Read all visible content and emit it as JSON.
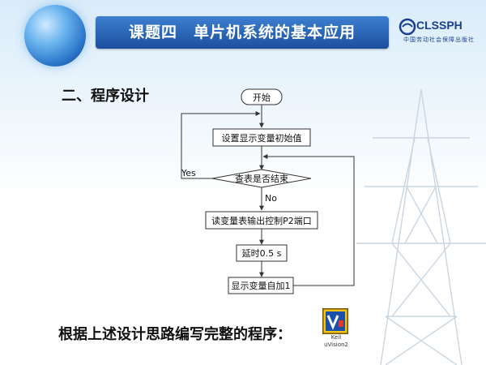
{
  "header": {
    "title": "课题四　单片机系统的基本应用",
    "logo_text": "CLSSPH",
    "logo_subtitle": "中国劳动社会保障出版社"
  },
  "section_heading": "二、程序设计",
  "flowchart": {
    "start": "开始",
    "step1": "设置显示变量初始值",
    "decision": "查表是否结束",
    "yes_label": "Yes",
    "no_label": "No",
    "step2": "读变量表输出控制P2端口",
    "step3": "延时0.5 s",
    "step4": "显示变量自加1"
  },
  "footer_text": "根据上述设计思路编写完整的程序：",
  "program_icon": {
    "icon": "keil-uvision-icon",
    "label_line1": "Keil",
    "label_line2": "uVision2"
  },
  "colors": {
    "header_bar": "#1c4f9e",
    "header_text": "#ffffff",
    "flow_line": "#333333"
  }
}
